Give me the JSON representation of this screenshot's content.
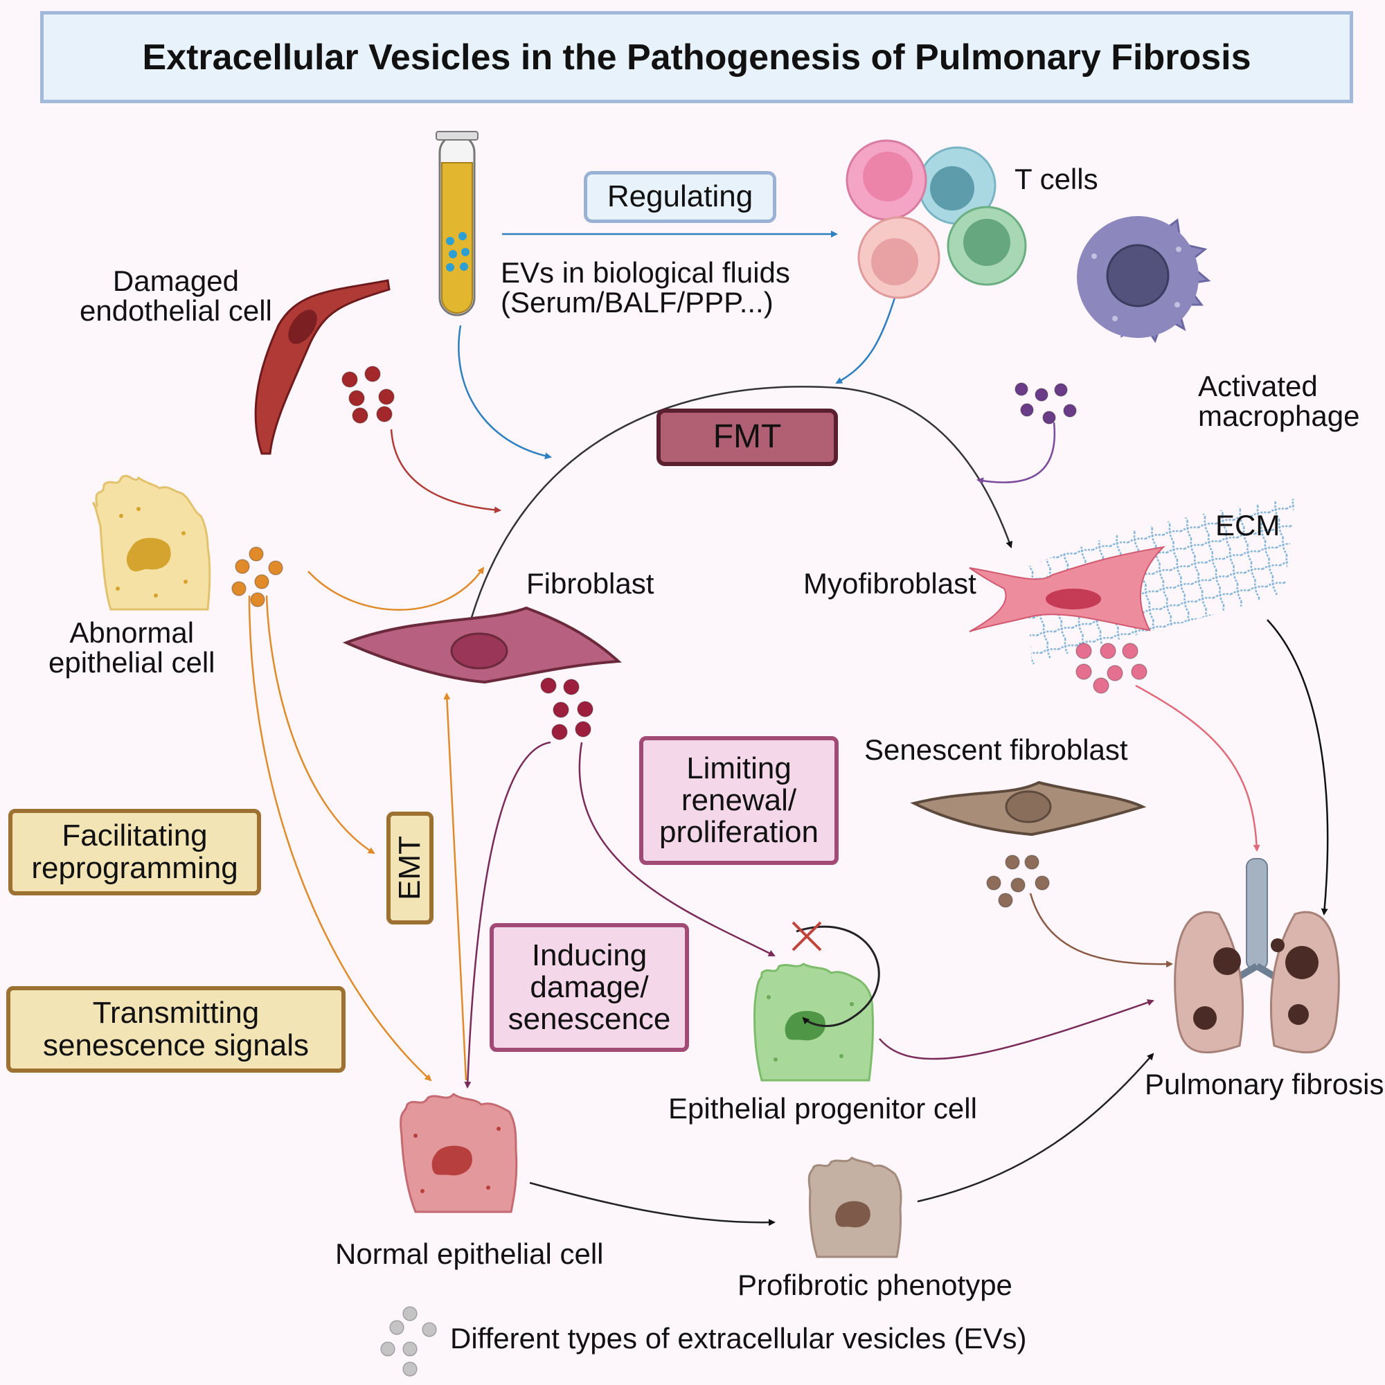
{
  "title": "Extracellular Vesicles in the Pathogenesis of Pulmonary Fibrosis",
  "cells": {
    "damaged_endothelial": [
      "Damaged",
      "endothelial cell"
    ],
    "ev_fluids": [
      "EVs in biological fluids",
      "(Serum/BALF/PPP...)"
    ],
    "t_cells": "T cells",
    "activated_macrophage": [
      "Activated",
      "macrophage"
    ],
    "abnormal_epithelial": [
      "Abnormal",
      "epithelial cell"
    ],
    "fibroblast": "Fibroblast",
    "myofibroblast": "Myofibroblast",
    "ecm": "ECM",
    "senescent_fibroblast": "Senescent fibroblast",
    "epithelial_progenitor": "Epithelial progenitor cell",
    "pulmonary_fibrosis": "Pulmonary fibrosis",
    "normal_epithelial": "Normal epithelial cell",
    "profibrotic": "Profibrotic phenotype"
  },
  "processes": {
    "regulating": "Regulating",
    "fmt": "FMT",
    "emt": "EMT",
    "facilitating": [
      "Facilitating",
      "reprogramming"
    ],
    "transmitting": [
      "Transmitting",
      "senescence signals"
    ],
    "limiting": [
      "Limiting",
      "renewal/",
      "proliferation"
    ],
    "inducing": [
      "Inducing",
      "damage/",
      "senescence"
    ]
  },
  "legend": "Different types of extracellular vesicles (EVs)",
  "colors": {
    "ev_blue": "#2e7fc0",
    "ev_red": "#a3282b",
    "ev_orange": "#e08a2a",
    "ev_purple": "#6a3b86",
    "ev_crimson": "#9c1f3e",
    "ev_pink": "#e46f8f",
    "ev_brown": "#8d6c5a",
    "ev_gray": "#c4c4c4"
  }
}
